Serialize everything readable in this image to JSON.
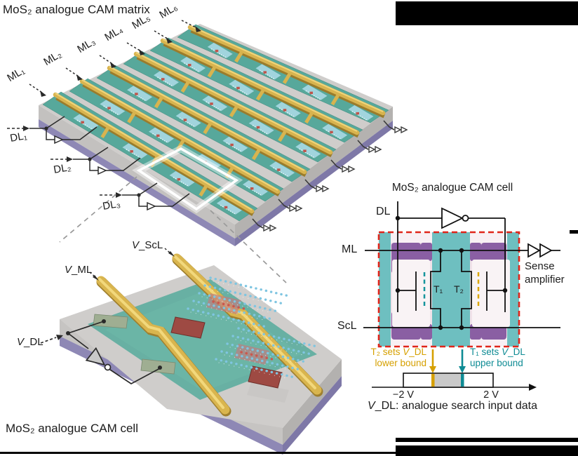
{
  "matrix": {
    "title": "MoS₂ analogue CAM matrix",
    "ml_labels": [
      "ML₁",
      "ML₂",
      "ML₃",
      "ML₄",
      "ML₅",
      "ML₆"
    ],
    "dl_labels": [
      "DL₁",
      "DL₂",
      "DL₃"
    ]
  },
  "cell3d": {
    "caption": "MoS₂ analogue CAM cell",
    "v_ml": {
      "pre": "V",
      "post": "_ML"
    },
    "v_scl": {
      "pre": "V",
      "post": "_ScL"
    },
    "v_dl": {
      "pre": "V",
      "post": "_DL"
    }
  },
  "schematic": {
    "title": "MoS₂ analogue CAM cell",
    "dl_label": "DL",
    "ml_label": "ML",
    "scl_label": "ScL",
    "t1_label": "T₁",
    "t2_label": "T₂",
    "sense_amplifier_label": "Sense amplifier",
    "lower_bound": {
      "line1_pre": "T₂ sets ",
      "line1_v": "V",
      "line1_post": "_DL",
      "line2": "lower bound"
    },
    "upper_bound": {
      "line1_pre": "T₁ sets ",
      "line1_v": "V",
      "line1_post": "_DL",
      "line2": "upper bound"
    },
    "axis": {
      "min_label": "−2 V",
      "max_label": "2 V"
    },
    "caption": {
      "pre": "V",
      "post": "_DL: analogue search input data"
    }
  },
  "icons": {
    "inverter": "triangle-with-bubble",
    "sense_amplifier": "double-open-triangle",
    "ml_arrow": "dashed-arrow",
    "dl_arrow": "dashed-arrow"
  },
  "colors": {
    "gold": "#d8b44f",
    "teal_film": "#57a89b",
    "substrate_gray": "#cfcdcb",
    "substrate_purple": "#8e88b5",
    "red_dashed_border": "#e0251a",
    "lower_bound_yellow": "#d6a000",
    "upper_bound_teal": "#0e8b94",
    "micrograph_teal": "#6ebfc0",
    "micrograph_purple": "#8a5fa3",
    "micrograph_pink": "#f0e2e9",
    "flake_blue": "#7fc5e1",
    "flake_red": "#cb574d"
  }
}
